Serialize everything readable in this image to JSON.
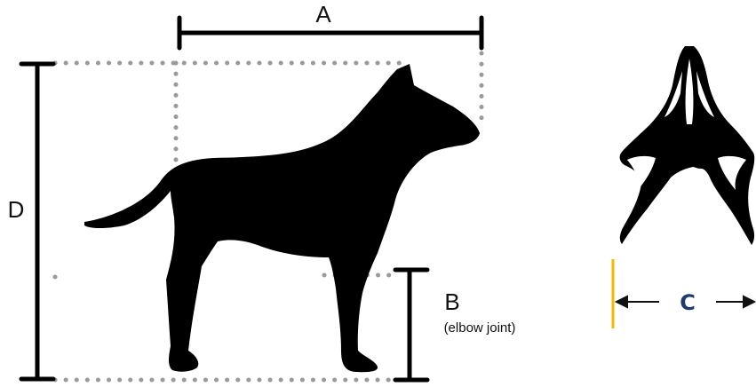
{
  "diagram": {
    "labels": {
      "a": "A",
      "b": "B",
      "b_note": "(elbow joint)",
      "c": "C",
      "d": "D"
    },
    "colors": {
      "silhouette": "#000000",
      "measure_line": "#000000",
      "dotted_guide": "#9a9a9a",
      "c_marker": "#f5b800",
      "c_label": "#1f3a6e"
    },
    "icons": [
      "dog-side-silhouette-icon",
      "dog-top-view-silhouette-icon",
      "arrow-left-icon",
      "arrow-right-icon"
    ]
  }
}
